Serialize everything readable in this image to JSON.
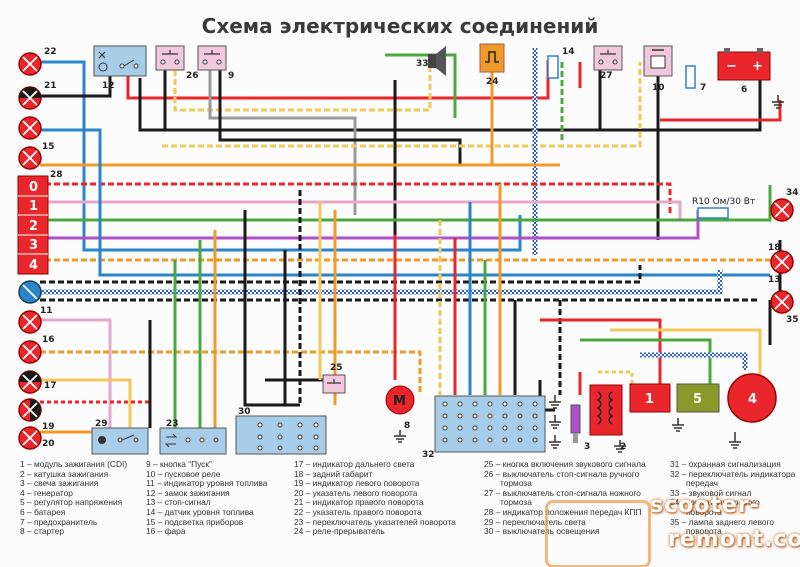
{
  "title": "Схема электрических соединений",
  "resistor_label": "R10 Ом/30 Вт",
  "motor_label": "M",
  "cdi_labels": [
    "0",
    "1",
    "2",
    "3",
    "4"
  ],
  "battery_marks": [
    "−",
    "+"
  ],
  "component_numbers": {
    "n1": "1",
    "n2": "2",
    "n3": "3",
    "n4": "4",
    "n5": "5",
    "n6": "6",
    "n7": "7",
    "n8": "8",
    "n9": "9",
    "n10": "10",
    "n11": "11",
    "n12": "12",
    "n13": "13",
    "n14": "14",
    "n15": "15",
    "n16": "16",
    "n17": "17",
    "n18": "18",
    "n19": "19",
    "n20": "20",
    "n21": "21",
    "n22": "22",
    "n23": "23",
    "n24": "24",
    "n25": "25",
    "n26": "26",
    "n27": "27",
    "n28": "28",
    "n29": "29",
    "n30": "30",
    "n32": "32",
    "n33": "33",
    "n34": "34",
    "n35": "35"
  },
  "legend": {
    "col1": [
      "1 – модуль зажигания (CDI)",
      "2 – катушка зажигания",
      "3 – свеча зажигания",
      "4 – генератор",
      "5 – регулятор напряжения",
      "6 – батарея",
      "7 – предохранитель",
      "8 – стартер"
    ],
    "col2": [
      "9 – кнопка “Пуск”",
      "10 – пусковое реле",
      "11 – индикатор уровня топлива",
      "12 – замок зажигания",
      "13 – стоп-сигнал",
      "14 – датчик уровня топлива",
      "15 – подсветка приборов",
      "16 – фара"
    ],
    "col3": [
      "17 – индикатор дальнего света",
      "18 – задний габарит",
      "19 – индикатор левого поворота",
      "20 – указатель левого поворота",
      "21 – индикатор правого поворота",
      "22 – указатель правого поворота",
      "23 – переключатель указателей поворота",
      "24 – реле-прерыватель"
    ],
    "col4": [
      "25 – кнопка включения звукового сигнала",
      "26 – выключатель стоп-сигнала ручного",
      "тормоза",
      "27 – выключатель стоп-сигнала ножного",
      "тормоза",
      "28 – индикатор положения передач КПП",
      "29 – переключатель света",
      "30 – выключатель освещения"
    ],
    "col5": [
      "31 – охранная сигнализация",
      "32 – переключатель индикатора",
      "передач",
      "33 – звуковой сигнал",
      "34 – указатель правого",
      "поворота",
      "35 – лампа заднего левого",
      "поворота"
    ]
  },
  "watermark": {
    "line1": "scooter-",
    "line2": "remont.com"
  },
  "colors": {
    "red": "#e8262b",
    "blue": "#2b84c9",
    "black": "#1a1a1a",
    "green": "#4aa83e",
    "orange": "#f09a2a",
    "pink": "#e6a8c8",
    "yellow": "#f2c85a",
    "gray": "#9a9a9a",
    "purple": "#b050c8",
    "box_blue": "#a8cde8",
    "relay_pink": "#f1c8dc"
  }
}
